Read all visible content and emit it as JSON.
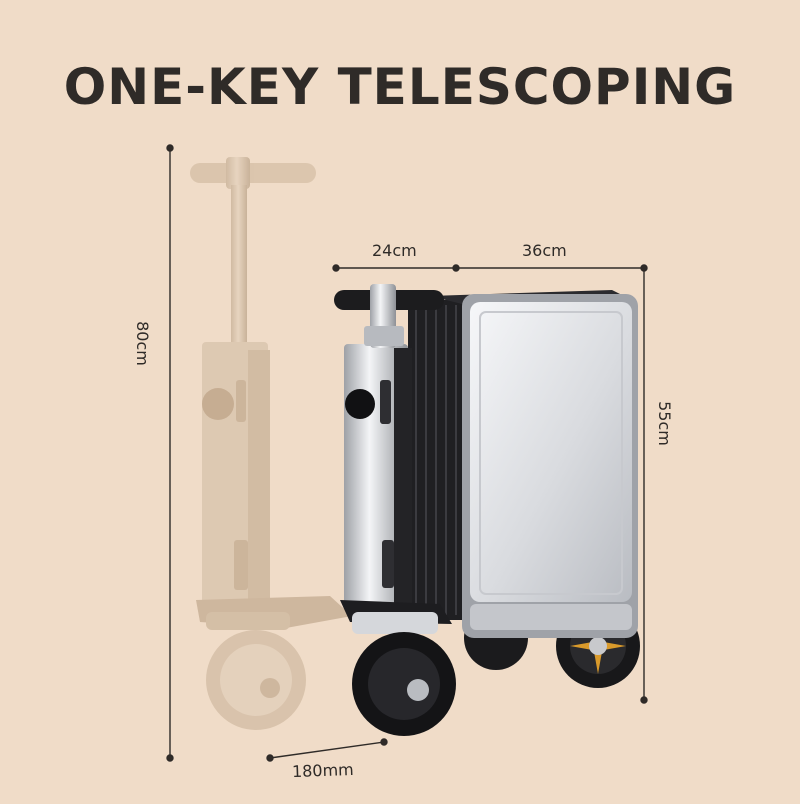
{
  "title": "ONE-KEY TELESCOPING",
  "dimensions": {
    "depth_top": "24cm",
    "width_top": "36cm",
    "height_extended": "80cm",
    "height_folded": "55cm",
    "wheel_span": "180mm"
  },
  "colors": {
    "background": "#f0dcc8",
    "text": "#2f2b28",
    "silver": "#d8dade",
    "dark": "#1e1e20"
  }
}
